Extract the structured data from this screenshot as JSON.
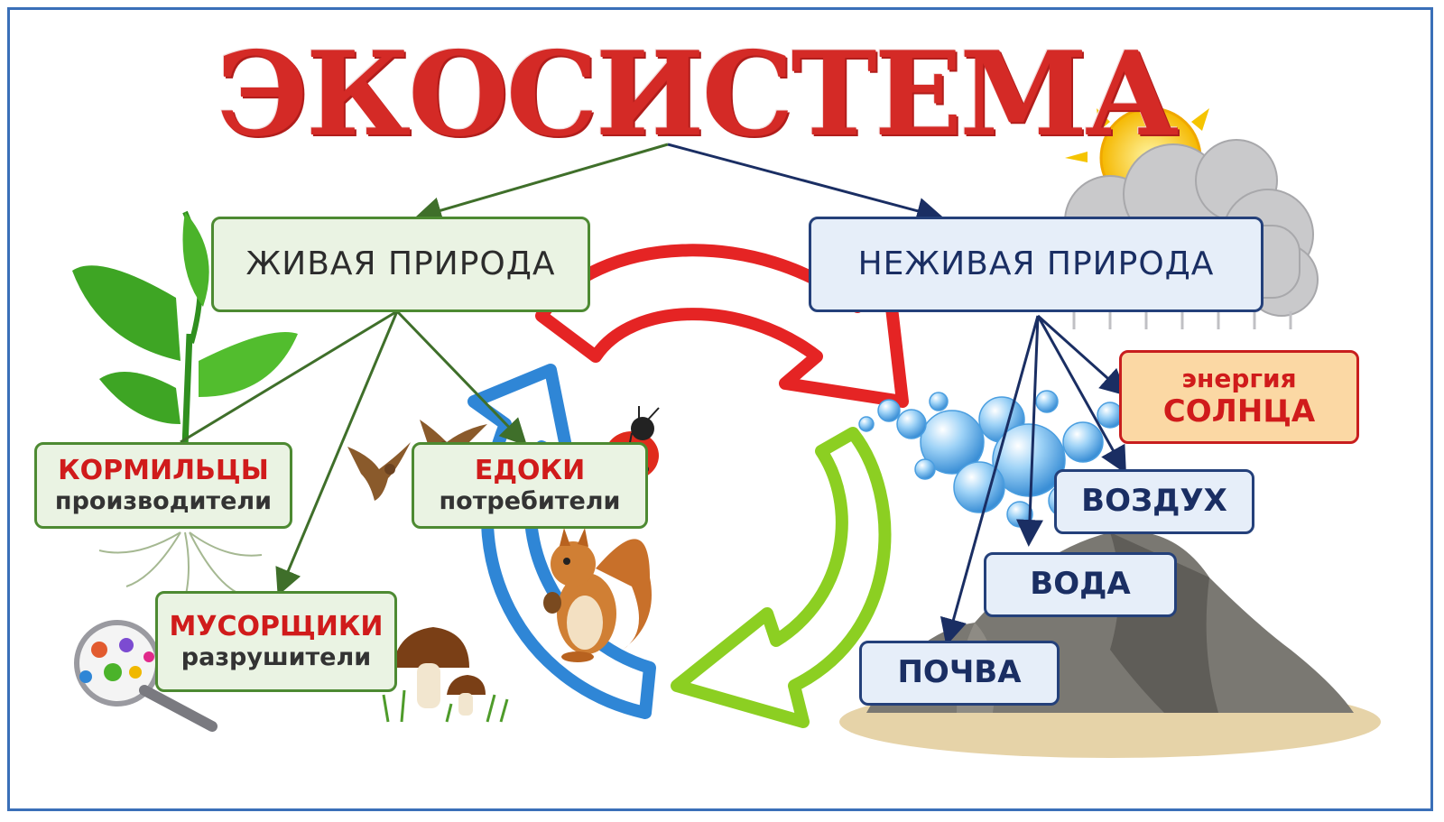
{
  "title": "ЭКОСИСТЕМА",
  "living": {
    "label": "ЖИВАЯ ПРИРОДА",
    "producers": {
      "name": "КОРМИЛЬЦЫ",
      "role": "производители"
    },
    "consumers": {
      "name": "ЕДОКИ",
      "role": "потребители"
    },
    "decomposers": {
      "name": "МУСОРЩИКИ",
      "role": "разрушители"
    }
  },
  "nonliving": {
    "label": "НЕЖИВАЯ ПРИРОДА",
    "sun_energy": {
      "line1": "энергия",
      "line2": "СОЛНЦА"
    },
    "air": "ВОЗДУХ",
    "water": "ВОДА",
    "soil": "ПОЧВА"
  },
  "colors": {
    "title_red": "#d42a26",
    "living_border": "#4d8a32",
    "nonliving_border": "#24407a",
    "cycle_red": "#e52424",
    "cycle_blue": "#2f86d6",
    "cycle_green": "#8ccf22"
  },
  "icons": [
    "plant-icon",
    "sun-cloud-icon",
    "ladybug-icon",
    "bird-icon",
    "squirrel-icon",
    "mushroom-icon",
    "microbes-magnifier-icon",
    "bubbles-icon",
    "mountain-icon"
  ]
}
